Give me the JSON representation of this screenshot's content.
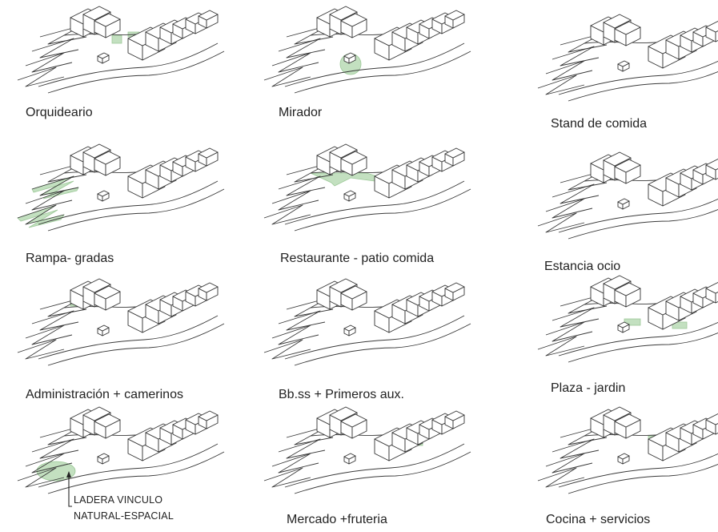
{
  "diagrams": [
    {
      "caption": "Orquideario"
    },
    {
      "caption": "Mirador"
    },
    {
      "caption": "Stand de comida"
    },
    {
      "caption": "Rampa- gradas"
    },
    {
      "caption": "Restaurante - patio comida"
    },
    {
      "caption": "Estancia ocio"
    },
    {
      "caption": "Administración + camerinos"
    },
    {
      "caption": "Bb.ss + Primeros aux."
    },
    {
      "caption": "Plaza - jardin"
    },
    {
      "caption": "",
      "annotation_line1": "LADERA VINCULO",
      "annotation_line2": "NATURAL-ESPACIAL"
    },
    {
      "caption": "Mercado +fruteria"
    },
    {
      "caption": "Cocina + servicios"
    }
  ],
  "colors": {
    "highlight": "#b9dbb6",
    "line": "#333333"
  }
}
